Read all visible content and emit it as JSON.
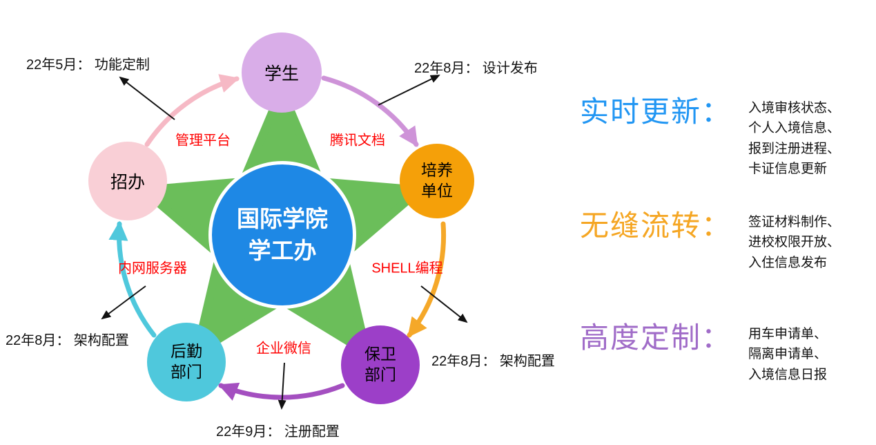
{
  "center": {
    "line1": "国际学院",
    "line2": "学工办",
    "color": "#1E88E5"
  },
  "star_color": "#6BBE5A",
  "nodes": {
    "student": {
      "label": "学生",
      "color": "#D9ADE8"
    },
    "training": {
      "line1": "培养",
      "line2": "单位",
      "color": "#F5A009"
    },
    "security": {
      "line1": "保卫",
      "line2": "部门",
      "color": "#9C3FC8"
    },
    "logistics": {
      "line1": "后勤",
      "line2": "部门",
      "color": "#4FC8DC"
    },
    "admissions": {
      "label": "招办",
      "color": "#F9CFD6"
    }
  },
  "ring_labels": {
    "management_platform": "管理平台",
    "tencent_docs": "腾讯文档",
    "shell_programming": "SHELL编程",
    "enterprise_wechat": "企业微信",
    "intranet_server": "内网服务器",
    "color": "#FF0000"
  },
  "milestones": {
    "top_left": "22年5月： 功能定制",
    "top_right": "22年8月： 设计发布",
    "right": "22年8月： 架构配置",
    "left": "22年8月： 架构配置",
    "bottom": "22年9月： 注册配置"
  },
  "arc_colors": {
    "admissions_to_student": "#F6B9C5",
    "student_to_training": "#CE93D8",
    "training_to_security": "#F5A829",
    "security_to_logistics": "#A44FC0",
    "logistics_to_admissions": "#4FC8DC"
  },
  "sections": [
    {
      "heading": "实时更新：",
      "color": "#2196F3",
      "lines": [
        "入境审核状态、",
        "个人入境信息、",
        "报到注册进程、",
        "卡证信息更新"
      ]
    },
    {
      "heading": "无缝流转：",
      "color": "#F5A623",
      "lines": [
        "签证材料制作、",
        "进校权限开放、",
        "入住信息发布"
      ]
    },
    {
      "heading": "高度定制：",
      "color": "#A06CC8",
      "lines": [
        "用车申请单、",
        "隔离申请单、",
        "入境信息日报"
      ]
    }
  ]
}
